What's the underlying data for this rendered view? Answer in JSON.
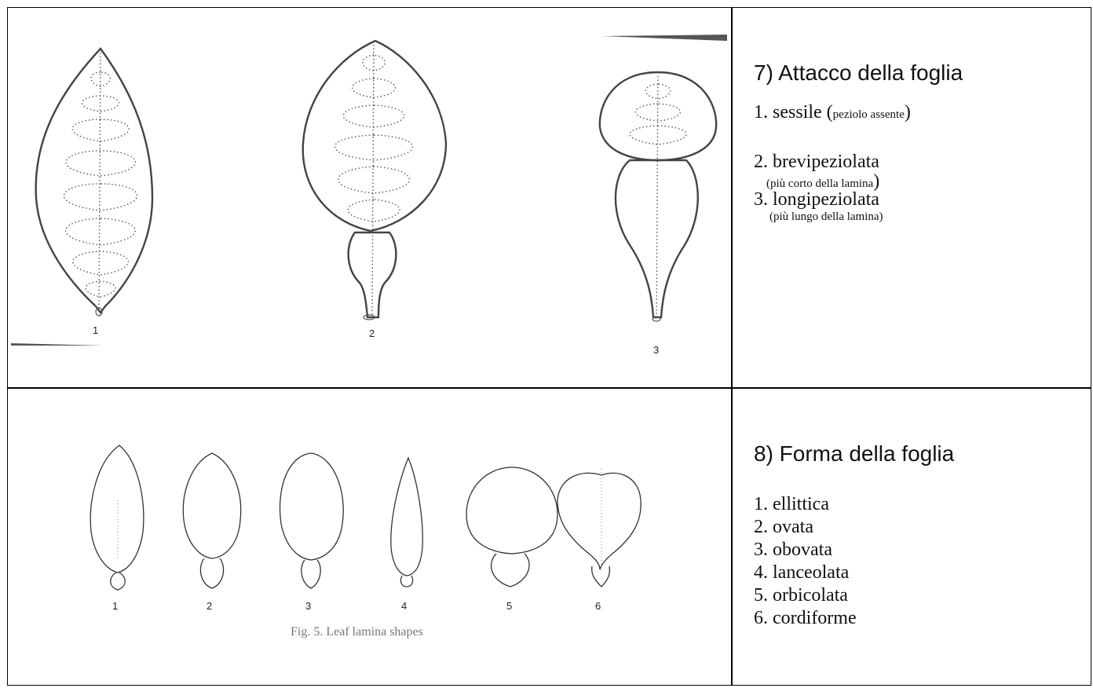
{
  "section7": {
    "title": "7) Attacco della foglia",
    "items": [
      {
        "label": "1. sessile (",
        "note": "peziolo assente",
        "close": ")"
      },
      {
        "label": "2. brevipeziolata",
        "note": "(più corto della lamina",
        "close": ")"
      },
      {
        "label": "3. longipeziolata",
        "note": "(più lungo della lamina)"
      }
    ],
    "figure_numbers": [
      "1",
      "2",
      "3"
    ]
  },
  "section8": {
    "title": "8) Forma della foglia",
    "items": [
      "1. ellittica",
      "2. ovata",
      "3. obovata",
      "4. lanceolata",
      "5. orbicolata",
      "6. cordiforme"
    ],
    "figure_numbers": [
      "1",
      "2",
      "3",
      "4",
      "5",
      "6"
    ],
    "caption": "Fig. 5. Leaf lamina shapes"
  }
}
